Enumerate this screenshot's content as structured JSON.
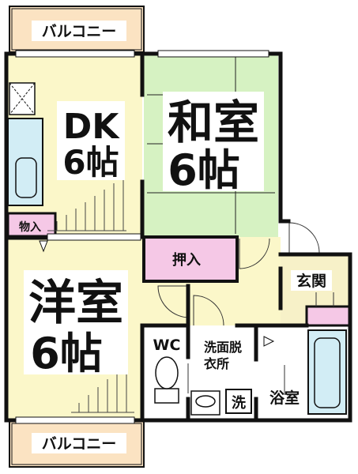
{
  "colors": {
    "wall": "#111111",
    "dk_floor": "#fbf7c9",
    "tatami": "#d6f2c2",
    "closet": "#f5c8e6",
    "water": "#d2edf5",
    "entry": "#f7f1c8",
    "balcony": "#fbe3c2",
    "label_bg": "#ffffff"
  },
  "rooms": {
    "balcony_top": "バルコニー",
    "balcony_bottom": "バルコニー",
    "dk": {
      "name": "DK",
      "size": "6帖"
    },
    "washitsu": {
      "name": "和室",
      "size": "6帖"
    },
    "youshitsu": {
      "name": "洋室",
      "size": "6帖"
    },
    "storage": "物入",
    "oshiire": "押入",
    "genkan": "玄関",
    "wc": "WC",
    "senmen_line1": "洗面脱",
    "senmen_line2": "衣所",
    "washer": "洗",
    "bath": "浴室"
  },
  "icons": [
    "refrigerator-icon",
    "sink-icon",
    "toilet-icon",
    "washbasin-icon",
    "bathtub-icon",
    "stairs-icon"
  ]
}
